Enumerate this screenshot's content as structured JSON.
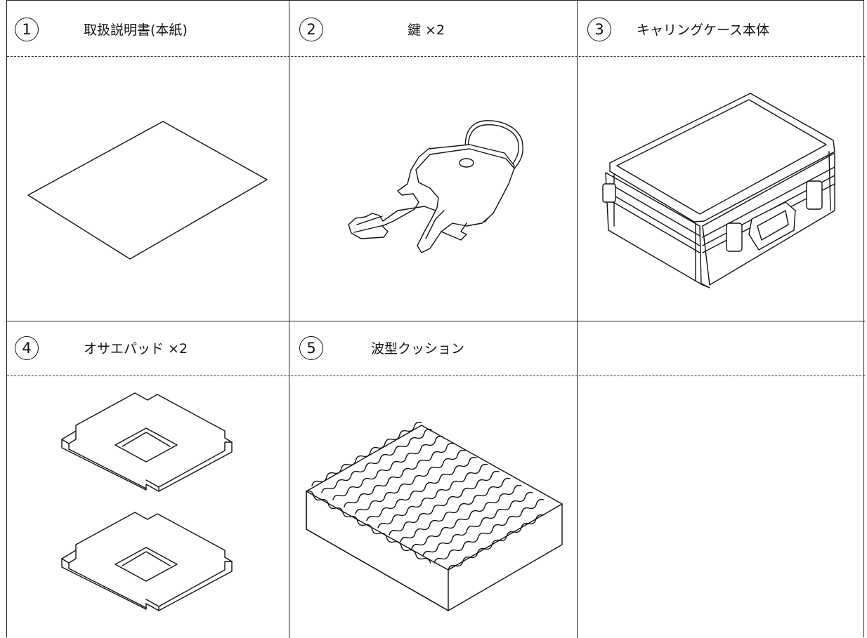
{
  "items": [
    {
      "number": "1",
      "label": "取扱説明書(本紙)"
    },
    {
      "number": "2",
      "label": "鍵 ×2"
    },
    {
      "number": "3",
      "label": "キャリングケース本体"
    },
    {
      "number": "4",
      "label": "オサエパッド ×2"
    },
    {
      "number": "5",
      "label": "波型クッション"
    }
  ]
}
